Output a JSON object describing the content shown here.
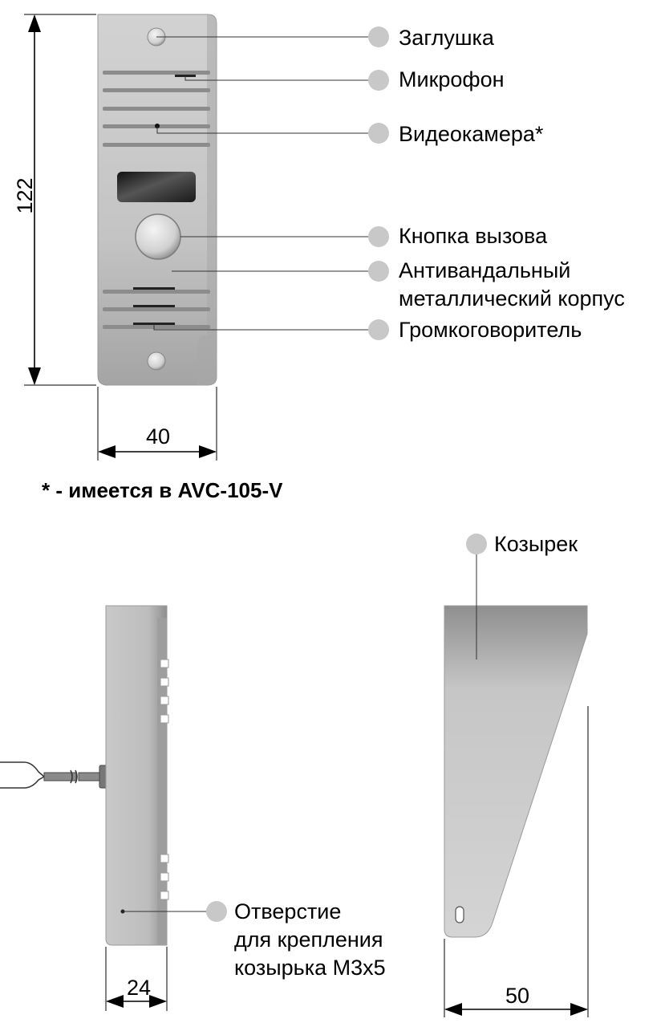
{
  "front_labels": {
    "zaglushka": "Заглушка",
    "microphone": "Микрофон",
    "camera": "Видеокамера*",
    "call_button": "Кнопка вызова",
    "housing_line1": "Антивандальный",
    "housing_line2": "металлический корпус",
    "speaker": "Громкоговоритель"
  },
  "dimensions": {
    "height": "122",
    "width": "40",
    "depth": "24",
    "visor_depth": "50"
  },
  "footnote": "* - имеется в AVC-105-V",
  "side_labels": {
    "hole_line1": "Отверстие",
    "hole_line2": "для крепления",
    "hole_line3": "козырька M3x5"
  },
  "visor_label": "Козырек",
  "colors": {
    "metal_light": "#d6d6d6",
    "metal_dark": "#9a9a9a",
    "label_dot": "#c8c8c8"
  }
}
